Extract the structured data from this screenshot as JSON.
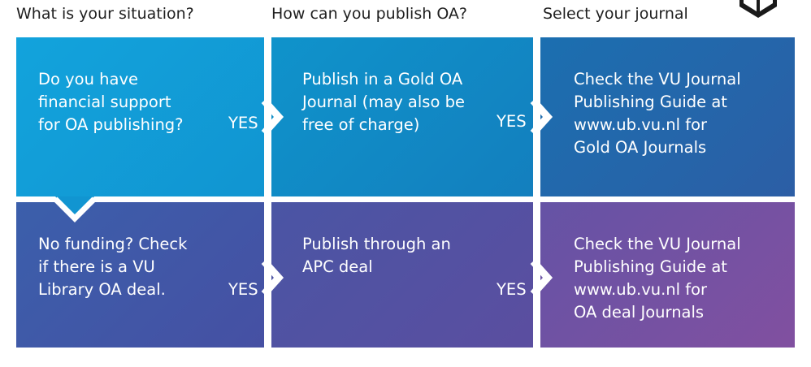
{
  "headers": {
    "situation": "What is your situation?",
    "publish": "How can you publish OA?",
    "journal": "Select your journal"
  },
  "icons": {
    "book": "book-icon",
    "chevron": "chevron-right-icon",
    "down_notch": "chevron-down-notch"
  },
  "colors": {
    "row1": [
      "#12a3dc",
      "#0f93cb",
      "#1b6fb0"
    ],
    "row2": [
      "#3b5fab",
      "#4a55a4",
      "#6553a5"
    ],
    "text": "#ffffff"
  },
  "rows": [
    {
      "situation": [
        "Do you have",
        "financial support",
        "for OA publishing?"
      ],
      "publish": [
        "Publish in a Gold OA",
        "Journal (may also be",
        "free of charge)"
      ],
      "journal": [
        "Check the VU Journal",
        "Publishing Guide at",
        "www.ub.vu.nl for",
        "Gold OA Journals"
      ],
      "yes1": "YES",
      "yes2": "YES"
    },
    {
      "situation": [
        "No funding? Check",
        "if there is a VU",
        "Library OA deal."
      ],
      "publish": [
        "Publish through an",
        "APC deal"
      ],
      "journal": [
        "Check the VU Journal",
        "Publishing Guide at",
        "www.ub.vu.nl for",
        "OA deal Journals"
      ],
      "yes1": "YES",
      "yes2": "YES"
    }
  ]
}
